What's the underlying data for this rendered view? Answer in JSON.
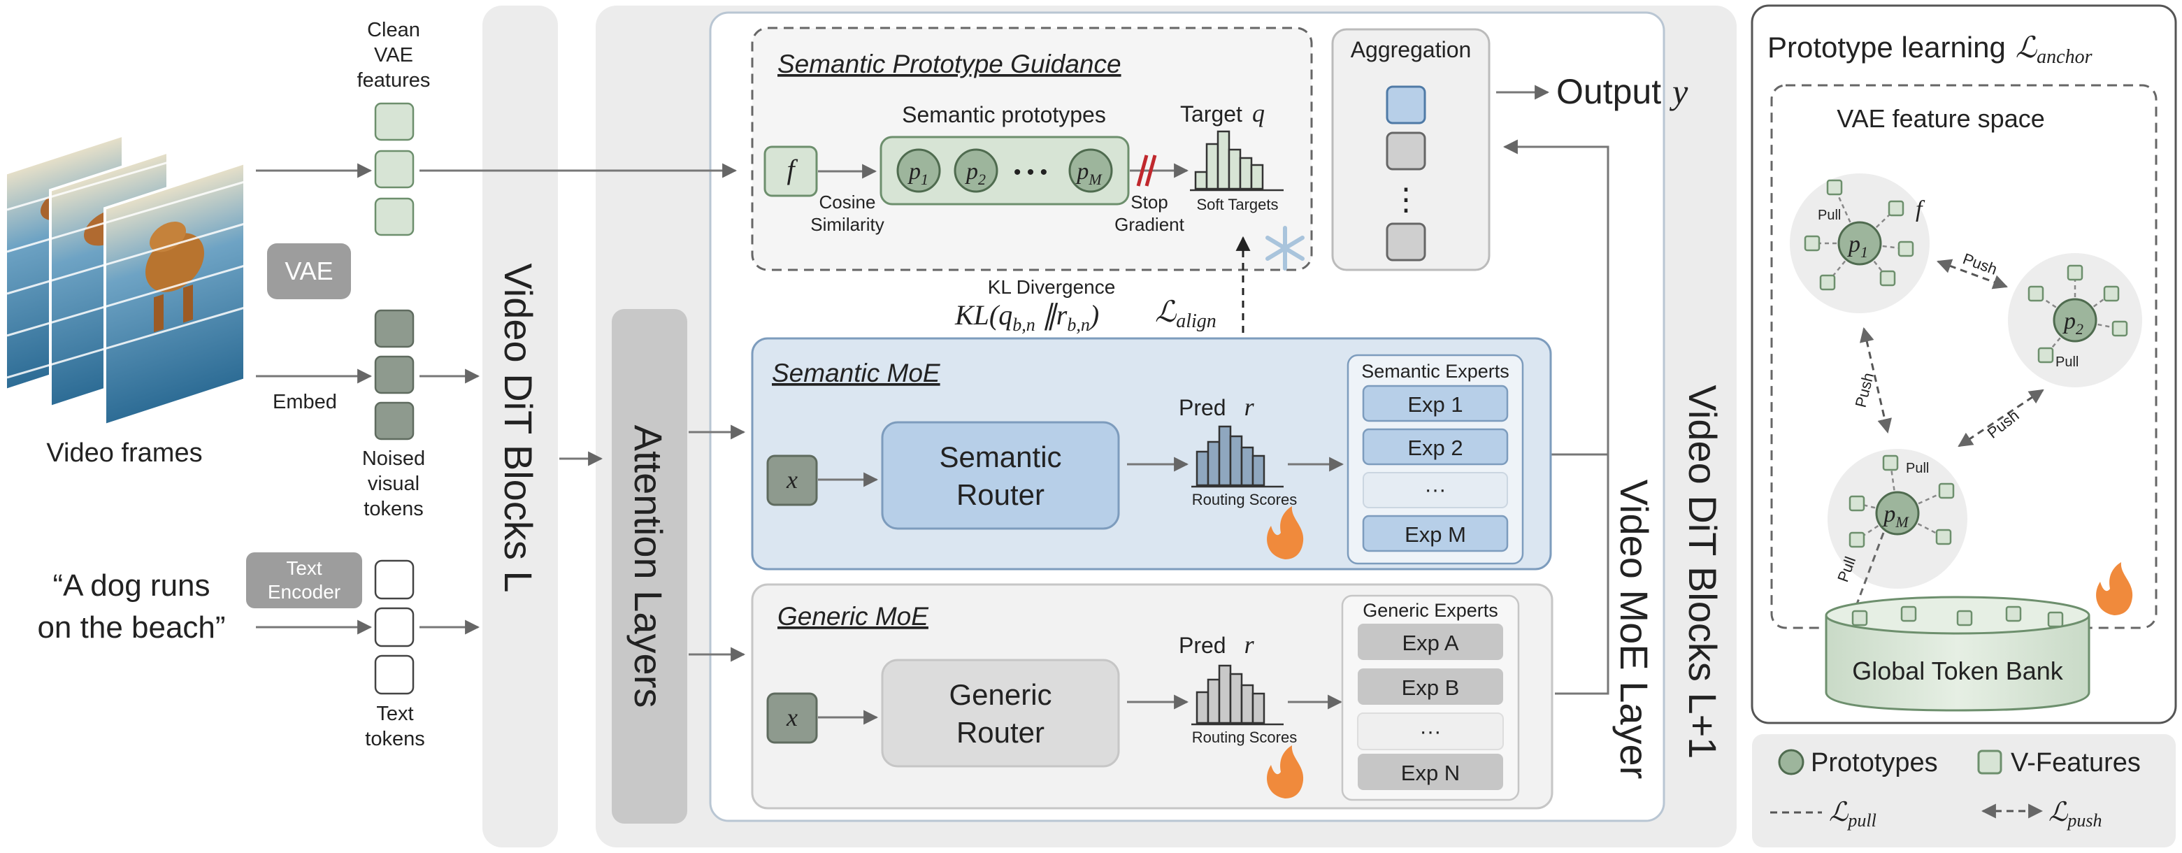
{
  "inputs": {
    "clean_vae_features": [
      "Clean",
      "VAE",
      "features"
    ],
    "noised_visual_tokens": [
      "Noised",
      "visual",
      "tokens"
    ],
    "text_tokens": [
      "Text",
      "tokens"
    ],
    "video_frames": "Video frames",
    "vae": "VAE",
    "embed": "Embed",
    "text_encoder": [
      "Text",
      "Encoder"
    ],
    "caption": [
      "“A dog runs",
      "on the beach”"
    ]
  },
  "blocks": {
    "dit_l": "Video DiT Blocks L",
    "attention": "Attention  Layers",
    "moe_layer": "Video MoE Layer",
    "dit_l1": "Video DiT Blocks L+1"
  },
  "spg": {
    "title": "Semantic Prototype Guidance",
    "f": "f",
    "cosine": [
      "Cosine",
      "Similarity"
    ],
    "prototypes_label": "Semantic prototypes",
    "p_base": "p",
    "p1_sub": "1",
    "p2_sub": "2",
    "pm_sub": "M",
    "dots": "• • •",
    "stop": [
      "Stop",
      "Gradient"
    ],
    "target": "Target",
    "target_sym": "q",
    "soft_targets": "Soft Targets"
  },
  "kl": {
    "label": "KL Divergence",
    "formula_pre": "KL(q",
    "formula_sub1": "b,n",
    "formula_mid": " ∥r",
    "formula_sub2": "b,n",
    "formula_post": ")",
    "loss": "ℒ",
    "loss_sub": "align"
  },
  "aggregation": {
    "title": "Aggregation",
    "dots": "⋮"
  },
  "output": {
    "label": "Output",
    "sym": "y"
  },
  "semantic_moe": {
    "title": "Semantic MoE",
    "x": "x",
    "router": [
      "Semantic",
      "Router"
    ],
    "pred": "Pred",
    "pred_sym": "r",
    "routing": "Routing Scores",
    "experts_title": "Semantic Experts",
    "experts": [
      "Exp 1",
      "Exp 2",
      "···",
      "Exp M"
    ]
  },
  "generic_moe": {
    "title": "Generic MoE",
    "x": "x",
    "router": [
      "Generic",
      "Router"
    ],
    "pred": "Pred",
    "pred_sym": "r",
    "routing": "Routing Scores",
    "experts_title": "Generic Experts",
    "experts": [
      "Exp A",
      "Exp B",
      "···",
      "Exp N"
    ]
  },
  "proto": {
    "title": "Prototype learning",
    "title_loss": "ℒ",
    "title_loss_sub": "anchor",
    "space": "VAE feature space",
    "f": "f",
    "pull": "Pull",
    "push": "Push",
    "bank": "Global Token Bank",
    "p_base": "p",
    "p1_sub": "1",
    "p2_sub": "2",
    "pm_sub": "M"
  },
  "legend": {
    "prototypes": "Prototypes",
    "vfeatures": "V-Features",
    "pull_loss": "ℒ",
    "pull_sub": "pull",
    "push_loss": "ℒ",
    "push_sub": "push"
  },
  "colors": {
    "green_fill": "#d7e4d5",
    "green_stroke": "#6d8f6d",
    "dark_token": "#8e9a8e",
    "blue_panel": "#dbe6f1",
    "blue_stroke": "#7d9cbd",
    "blue_node": "#b7cfe8",
    "gray_panel": "#f2f2f2",
    "fire": "#f08a3c"
  }
}
